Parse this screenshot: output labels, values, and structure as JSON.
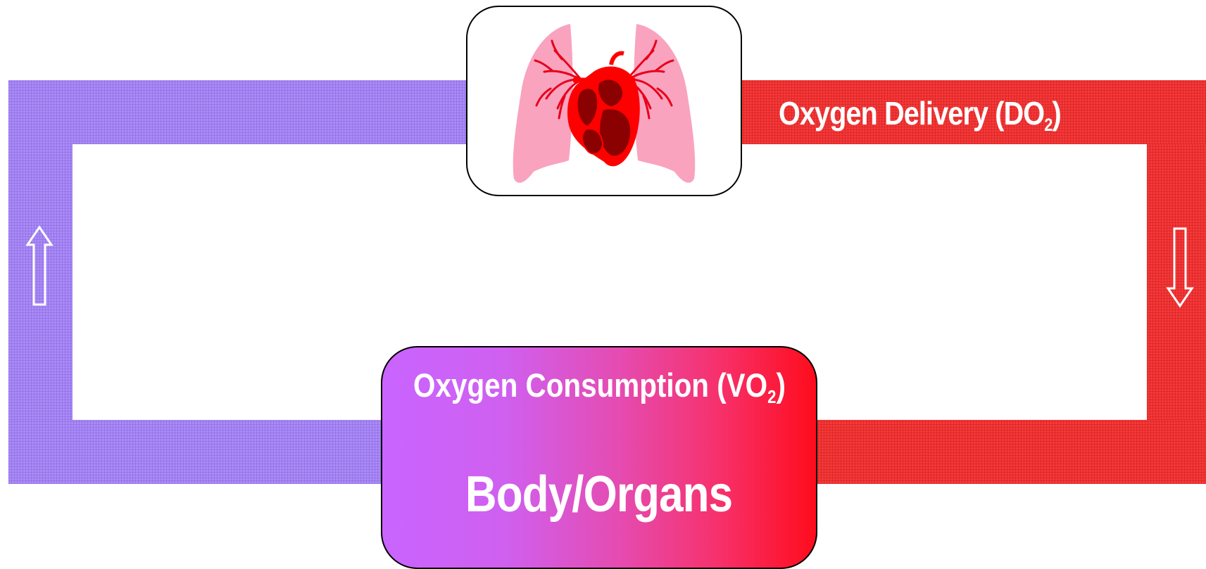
{
  "diagram": {
    "delivery_label": {
      "text": "Oxygen Delivery (DO",
      "subscript": "2",
      "suffix": ")"
    },
    "consumption_label": {
      "text": "Oxygen Consumption (VO",
      "subscript": "2",
      "suffix": ")"
    },
    "body_label": "Body/Organs",
    "heart_lungs_icon": "heart-lungs-icon",
    "flow_up_icon": "up-arrow-icon",
    "flow_down_icon": "down-arrow-icon"
  },
  "colors": {
    "venous_band": "#a98cf4",
    "arterial_band": "#f23a3a",
    "body_gradient_start": "#c964ff",
    "body_gradient_end": "#ff0c1c",
    "lung": "#f9a3bf",
    "heart_outer": "#ff0000",
    "heart_inner": "#8b0000"
  }
}
